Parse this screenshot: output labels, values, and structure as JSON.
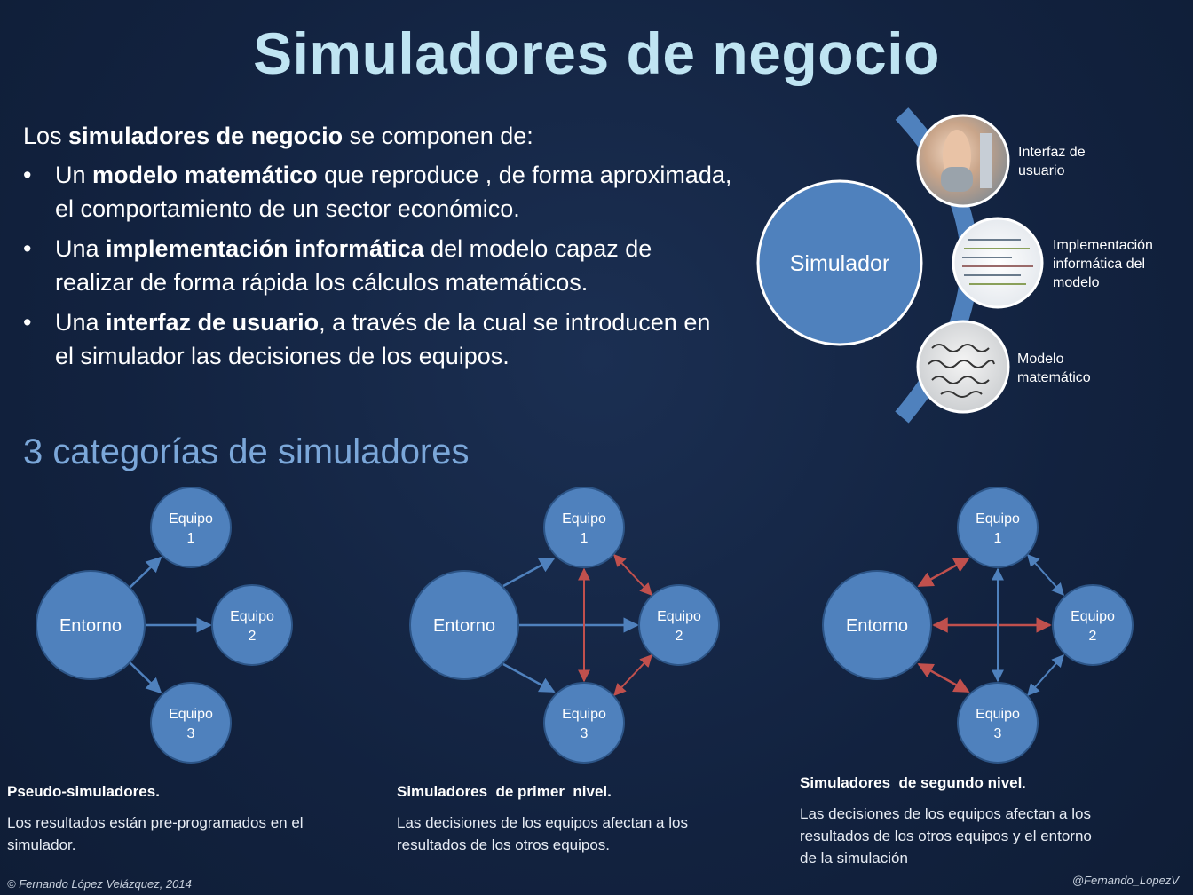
{
  "title": "Simuladores de negocio",
  "intro": {
    "lead_pre": "Los ",
    "lead_bold": "simuladores de negocio",
    "lead_post": " se componen de:",
    "bullets": [
      {
        "pre": "Un ",
        "bold": "modelo matemático",
        "post": " que reproduce , de forma aproximada, el comportamiento de un sector económico."
      },
      {
        "pre": "Una ",
        "bold": "implementación informática",
        "post": " del modelo capaz de realizar de forma rápida los cálculos matemáticos."
      },
      {
        "pre": "Una ",
        "bold": "interfaz de usuario",
        "post": ", a través de la cual se introducen en el simulador las decisiones de los equipos."
      }
    ]
  },
  "simulator_diagram": {
    "center": "Simulador",
    "components": [
      {
        "label_lines": [
          "Interfaz de",
          "usuario"
        ],
        "icon": "hand-mouse-photo"
      },
      {
        "label_lines": [
          "Implementación",
          "informática del",
          "modelo"
        ],
        "icon": "source-code-photo"
      },
      {
        "label_lines": [
          "Modelo",
          "matemático"
        ],
        "icon": "handwritten-formulas-photo"
      }
    ]
  },
  "categories_heading": "3 categorías de simuladores",
  "node_labels": {
    "entorno": "Entorno",
    "team1": [
      "Equipo",
      "1"
    ],
    "team2": [
      "Equipo",
      "2"
    ],
    "team3": [
      "Equipo",
      "3"
    ]
  },
  "categories": [
    {
      "title": "Pseudo-simuladores.",
      "body_lines": [
        "Los resultados están pre-programados  en el",
        "simulador."
      ]
    },
    {
      "title": "Simuladores  de primer  nivel.",
      "body_lines": [
        "Las decisiones de los equipos afectan a los",
        "resultados de los otros equipos."
      ]
    },
    {
      "title": "Simuladores  de segundo nivel",
      "title_suffix": ".",
      "body_lines": [
        "Las decisiones de los equipos afectan a los",
        "resultados de los otros equipos y el entorno",
        "de la simulación"
      ]
    }
  ],
  "footer_left": "© Fernando López Velázquez, 2014",
  "footer_right": "@Fernando_LopezV",
  "colors": {
    "node_fill": "#4f81bd",
    "node_stroke": "#2d5587",
    "blue_arrow": "#4f81bd",
    "red_arrow": "#c0504d",
    "title": "#bfe4f2",
    "subheading": "#7ba7d9"
  }
}
